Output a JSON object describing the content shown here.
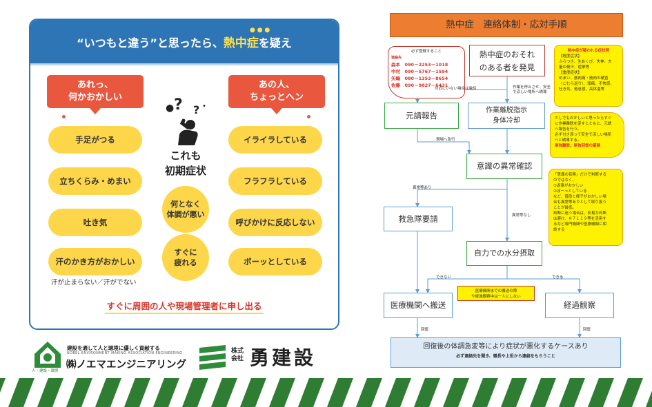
{
  "poster": {
    "title_pre": "“いつもと違う”と思ったら、",
    "title_hl": "熱中症",
    "title_post": "を疑え",
    "left_tag": [
      "あれっ、",
      "何かおかしい"
    ],
    "right_tag": [
      "あの人、",
      "ちょっとヘン"
    ],
    "center_label": [
      "これも",
      "初期症状"
    ],
    "left_items": [
      "手足がつる",
      "立ちくらみ・めまい",
      "吐き気",
      "汗のかき方がおかしい"
    ],
    "left_subnote": "汗が止まらない／汗がでない",
    "right_items": [
      "イライラしている",
      "フラフラしている",
      "呼びかけに反応しない",
      "ボーッとしている"
    ],
    "center_items": [
      [
        "何となく",
        "体調が悪い"
      ],
      [
        "すぐに",
        "疲れる"
      ]
    ],
    "bottom_message": "すぐに周囲の人や現場管理者に申し出る"
  },
  "logos": {
    "company1_slogan": "建設を通して人と環境に優しく貢献する",
    "company1_english": "NOBEL ENVIRONMENT MAKING ASSOCIATION ENGINEERING",
    "company1_under": "人・建設・環境",
    "company1_name": "㈱ノエマエンジニアリング",
    "company2_type": "株式会社",
    "company2_name": "勇建設"
  },
  "flow": {
    "title": "熱中症　連絡体制・応対手順",
    "contact": {
      "header": "必ず登録すること",
      "label": "連絡先",
      "rows": [
        "森本　090－2253－1018",
        "中村　090－5767－1594",
        "矢嶋　080－1353－8654",
        "佐藤　090－9827－6431"
      ]
    },
    "start": [
      "熱中症のおそれ",
      "のある者を発見"
    ],
    "symptoms": {
      "title": "熱中症が疑われる症状例",
      "lines": [
        "【軽度症状】",
        "ふらつき、生あくび、失神、大",
        "量の発汗、痙攣等",
        "【重度症状】",
        "めまい、筋肉痛・筋肉の硬直",
        "（こむら返り）、頭痛、不快感、",
        "吐き気、倦怠感、高体温等"
      ]
    },
    "label_report": "付近にいない場合は電話",
    "label_stop": [
      "作業を停止させ、安全",
      "で涼しい場所へ誘導"
    ],
    "report": "元請報告",
    "cool": [
      "作業離脱指示",
      "身体冷却"
    ],
    "note_cool": [
      "少しでもおかしいと思ったらすぐ",
      "に作業離脱を促すとともに、元請",
      "へ報告を行う。",
      "必ず付き添って安全で涼しい場所",
      "へと誘導する。",
      "単独離脱、単独回復の厳禁"
    ],
    "label_contact_urgent": "現場へ急行",
    "consciousness": "意識の異常確認",
    "label_abnormal": "異常等あり",
    "label_none": "異常等なし",
    "note_judge": [
      "「意識の有無」だけで判断する",
      "のではなく、",
      "①返事がおかしい",
      "②ぼーっとしている",
      "など、普段と様子がおかしい場",
      "合も異常等ありとして取り扱う",
      "ことが最低。",
      "判断に迷う場合は、安易な判断",
      "は避け、＃７１１９等を活用す",
      "るなど専門機関や医療機関に相",
      "談する"
    ],
    "ambulance": "救急隊要請",
    "water": "自力での水分摂取",
    "label_cannot": "できない",
    "label_can": "できる",
    "warning": [
      "医療機関までの搬送の際",
      "や経過観察中は一人にしない"
    ],
    "hospital": "医療機関へ搬送",
    "observe": "経過観察",
    "label_recover1": "回復",
    "label_recover2": "回復",
    "final": "回復後の体調急変等により症状が悪化するケースあり",
    "final_sub": "必ず連絡先を聞き、職長や上役から連絡をもらうこと"
  },
  "colors": {
    "blue": "#2e75b6",
    "yellow": "#fdd64a",
    "red": "#e9573f",
    "green": "#3aa845",
    "flow_title_bg": "#ed7d31"
  }
}
